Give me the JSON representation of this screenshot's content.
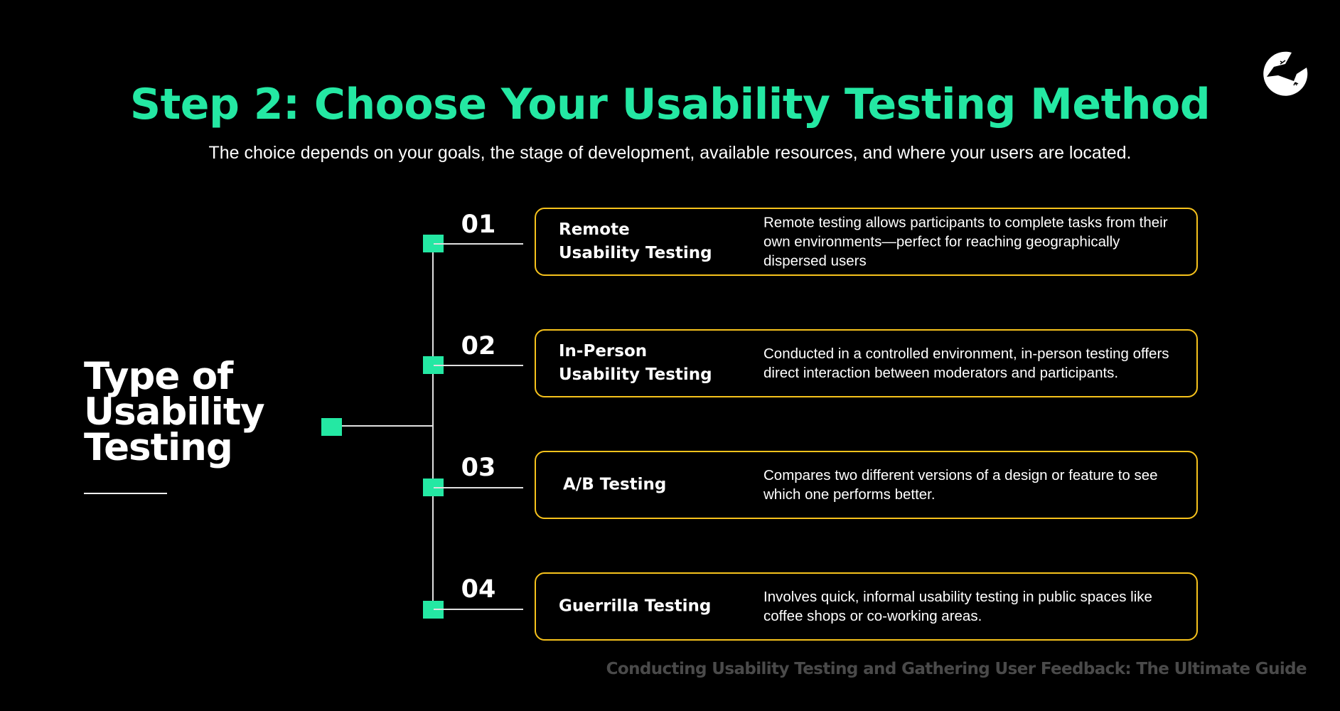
{
  "header": {
    "title": "Step 2: Choose Your Usability Testing Method",
    "subtitle": "The choice depends on your goals, the stage of development, available resources, and where your users are located.",
    "logo_icon": "bird-circle-logo-icon"
  },
  "root": {
    "title_lines": [
      "Type of",
      "Usability",
      "Testing"
    ]
  },
  "items": [
    {
      "number": "01",
      "title_lines": [
        "Remote",
        "Usability Testing"
      ],
      "description": "Remote testing allows participants to complete tasks from their own environments—perfect for reaching geographically dispersed users"
    },
    {
      "number": "02",
      "title_lines": [
        "In-Person",
        "Usability Testing"
      ],
      "description": "Conducted in a controlled environment, in-person testing offers direct interaction between moderators and participants."
    },
    {
      "number": "03",
      "title_lines": [
        "A/B Testing",
        ""
      ],
      "description": "Compares two different versions of a design or feature to see which one performs better."
    },
    {
      "number": "04",
      "title_lines": [
        "Guerrilla Testing",
        ""
      ],
      "description": "Involves quick, informal usability testing in public spaces like coffee shops or co-working areas."
    }
  ],
  "footer": {
    "text": "Conducting Usability Testing and Gathering User Feedback: The Ultimate Guide"
  },
  "colors": {
    "background": "#000000",
    "accent_green": "#24e8a3",
    "card_border": "#f6c21c",
    "footer_text": "#4a4a4a"
  }
}
